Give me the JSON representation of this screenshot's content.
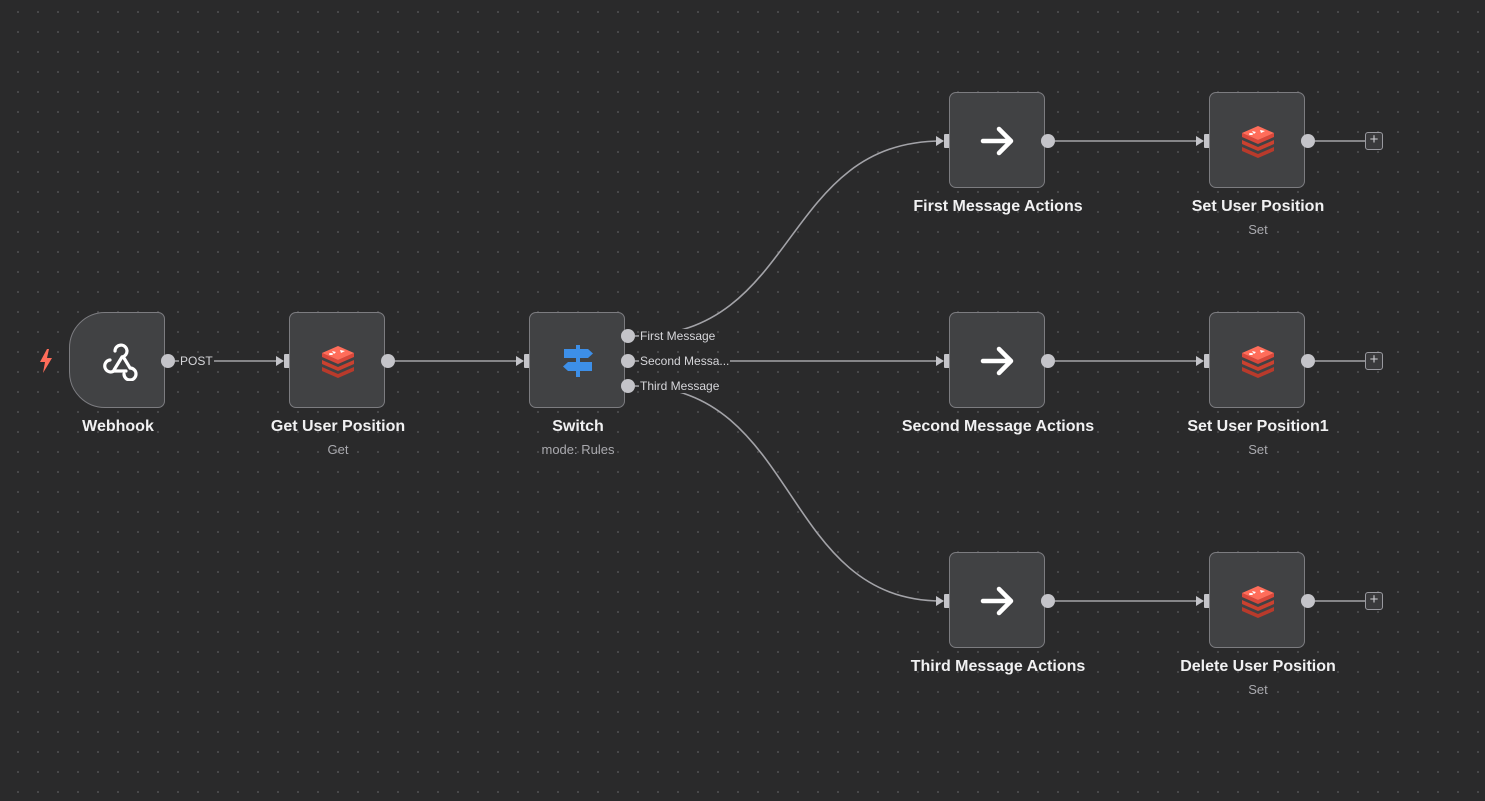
{
  "canvas": {
    "nodes": {
      "webhook": {
        "title": "Webhook",
        "subtitle": "",
        "icon": "webhook-icon"
      },
      "get_user_position": {
        "title": "Get User Position",
        "subtitle": "Get",
        "icon": "redis-icon"
      },
      "switch": {
        "title": "Switch",
        "subtitle": "mode: Rules",
        "icon": "signpost-icon"
      },
      "first_message_actions": {
        "title": "First Message Actions",
        "subtitle": "",
        "icon": "arrow-right-icon"
      },
      "second_message_actions": {
        "title": "Second Message Actions",
        "subtitle": "",
        "icon": "arrow-right-icon"
      },
      "third_message_actions": {
        "title": "Third Message Actions",
        "subtitle": "",
        "icon": "arrow-right-icon"
      },
      "set_user_position": {
        "title": "Set User Position",
        "subtitle": "Set",
        "icon": "redis-icon"
      },
      "set_user_position1": {
        "title": "Set User Position1",
        "subtitle": "Set",
        "icon": "redis-icon"
      },
      "delete_user_position": {
        "title": "Delete User Position",
        "subtitle": "Set",
        "icon": "redis-icon"
      }
    },
    "edge_labels": {
      "webhook_out": "POST",
      "switch_out_1": "First Message",
      "switch_out_2": "Second Messa...",
      "switch_out_3": "Third Message"
    },
    "add_button_label": "+"
  },
  "colors": {
    "background": "#2a2a2b",
    "node_fill": "#414244",
    "node_border": "#7c7c80",
    "wire": "#a3a3a8",
    "trigger_bolt": "#ff6d5a",
    "redis_red": "#e8513d",
    "switch_blue": "#3d8fe8"
  }
}
